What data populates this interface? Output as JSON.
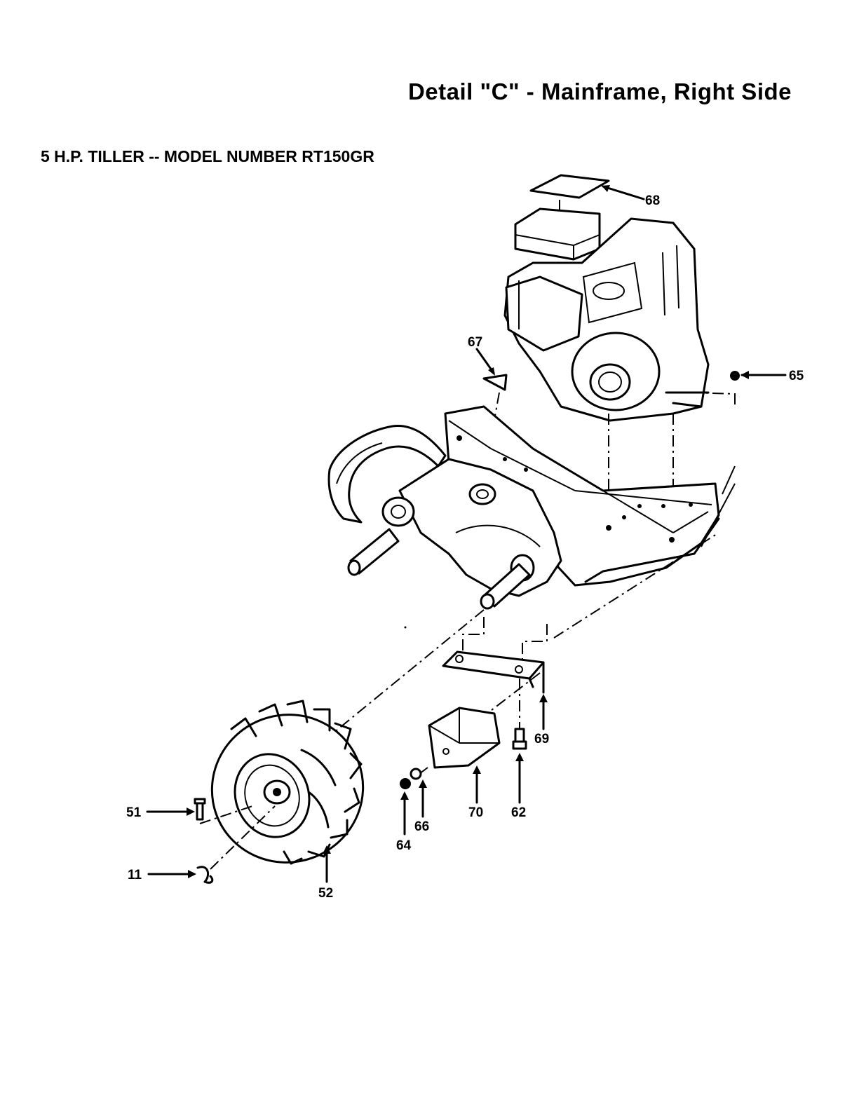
{
  "header": {
    "title": "Detail \"C\" - Mainframe, Right Side",
    "subtitle": "5 H.P. TILLER -- MODEL NUMBER RT150GR"
  },
  "callouts": {
    "c68": "68",
    "c67": "67",
    "c65": "65",
    "c69": "69",
    "c70": "70",
    "c62": "62",
    "c66": "66",
    "c64": "64",
    "c51": "51",
    "c11": "11",
    "c52": "52"
  }
}
